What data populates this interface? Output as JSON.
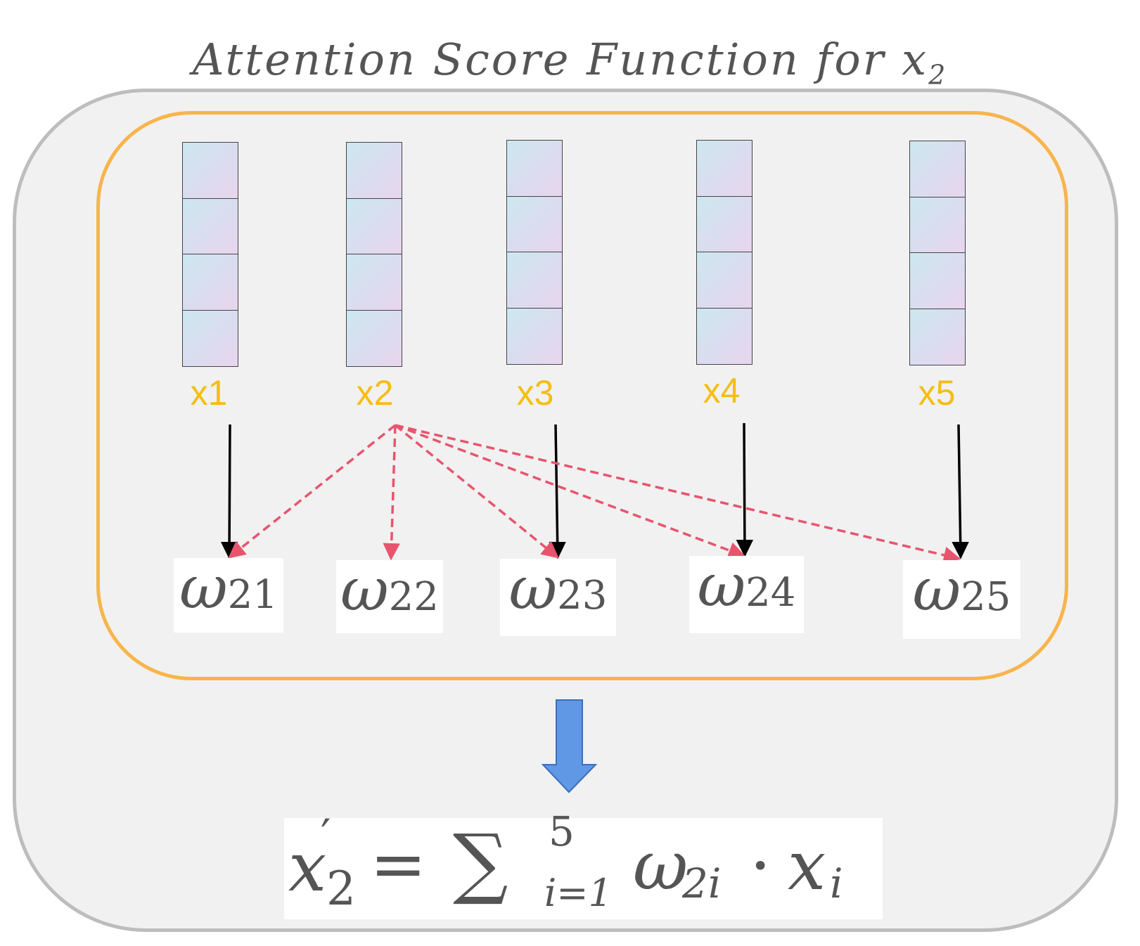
{
  "title": {
    "main": "Attention Score Function for x",
    "sub": "2"
  },
  "vectors": [
    {
      "label": "x1"
    },
    {
      "label": "x2"
    },
    {
      "label": "x3"
    },
    {
      "label": "x4"
    },
    {
      "label": "x5"
    }
  ],
  "weights": [
    {
      "symbol": "ω",
      "index": "21"
    },
    {
      "symbol": "ω",
      "index": "22"
    },
    {
      "symbol": "ω",
      "index": "23"
    },
    {
      "symbol": "ω",
      "index": "24"
    },
    {
      "symbol": "ω",
      "index": "25"
    }
  ],
  "formula": {
    "lhs": "x",
    "prime": "′",
    "lhs_sub": "2",
    "equals": "=",
    "sum": "∑",
    "sum_upper": "5",
    "sum_lower": "i=1",
    "weight": "ω",
    "weight_sub": "2i",
    "dot": "·",
    "var": "x",
    "var_sub": "i"
  },
  "colors": {
    "vector_label": "#f5bd0f",
    "inner_border": "#f9b44b",
    "outer_border": "#bdbdbd",
    "panel_bg": "#f1f1f1",
    "dashed_arrow": "#e8546d",
    "solid_arrow": "#000000",
    "down_arrow": "#6198e6",
    "math_text": "#555555"
  }
}
